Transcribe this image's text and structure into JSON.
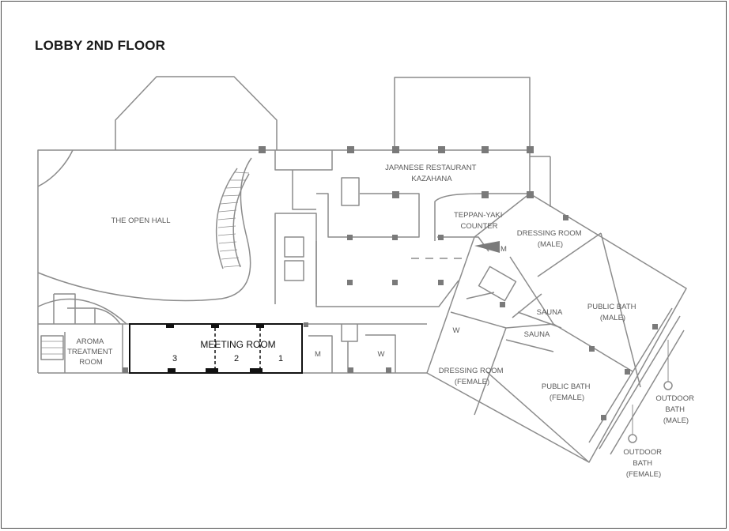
{
  "title": "LOBBY 2ND FLOOR",
  "rooms": {
    "open_hall": "THE OPEN HALL",
    "japanese_restaurant": [
      "JAPANESE RESTAURANT",
      "KAZAHANA"
    ],
    "teppanyaki": [
      "TEPPAN-YAKI",
      "COUNTER"
    ],
    "dressing_male": [
      "DRESSING ROOM",
      "(MALE)"
    ],
    "public_bath_male": [
      "PUBLIC BATH",
      "(MALE)"
    ],
    "sauna_1": "SAUNA",
    "sauna_2": "SAUNA",
    "dressing_female": [
      "DRESSING ROOM",
      "(FEMALE)"
    ],
    "public_bath_female": [
      "PUBLIC BATH",
      "(FEMALE)"
    ],
    "outdoor_male": [
      "OUTDOOR",
      "BATH",
      "(MALE)"
    ],
    "outdoor_female": [
      "OUTDOOR",
      "BATH",
      "(FEMALE)"
    ],
    "aroma": [
      "AROMA",
      "TREATMENT",
      "ROOM"
    ],
    "meeting_room": "MEETING ROOM",
    "meeting_sections": [
      "3",
      "2",
      "1"
    ],
    "restroom_m_1": "M",
    "restroom_m_2": "M",
    "restroom_w_1": "W",
    "restroom_w_2": "W"
  },
  "colors": {
    "wall": "#8c8c8c",
    "column": "#7a7a7a",
    "meeting_room_outline": "#111111",
    "text": "#5a5a5a"
  }
}
